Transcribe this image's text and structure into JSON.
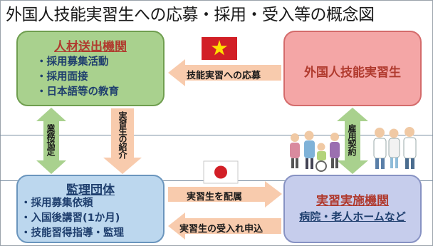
{
  "title": "外国人技能実習生への応募・採用・受入等の概念図",
  "sending_org": {
    "title": "人材送出機関",
    "items": [
      "・採用募集活動",
      "・採用面接",
      "・日本語等の教育"
    ]
  },
  "trainees": {
    "title": "外国人技能実習生"
  },
  "supervising_org": {
    "title": "監理団体",
    "items": [
      "・採用募集依頼",
      "・入国後講習(1か月)",
      "・技能習得指導・監理"
    ]
  },
  "implementing_org": {
    "title": "実習実施機関",
    "subtitle": "病院・老人ホームなど"
  },
  "arrows": {
    "apply": "技能実習への応募",
    "business_agreement": "業務協定",
    "introduce_trainees": "実習生の紹介",
    "employment_contract": "雇用契約",
    "assign_trainees": "実習生を配属",
    "accept_application": "実習生の受入れ申込"
  },
  "icons": {
    "vietnam_flag": "vietnam-flag-icon",
    "japan_flag": "japan-flag-icon",
    "people": "staff-and-elderly-illustration"
  },
  "colors": {
    "green_box": "#a9d18e",
    "red_box": "#f4a6a6",
    "blue_box": "#bcd7ee",
    "lavender_box": "#c6cdec",
    "arrow_peach": "#f8cbad",
    "arrow_green": "#a9d18e",
    "title_red": "#b03a2e",
    "text_navy": "#1f3f6e"
  }
}
